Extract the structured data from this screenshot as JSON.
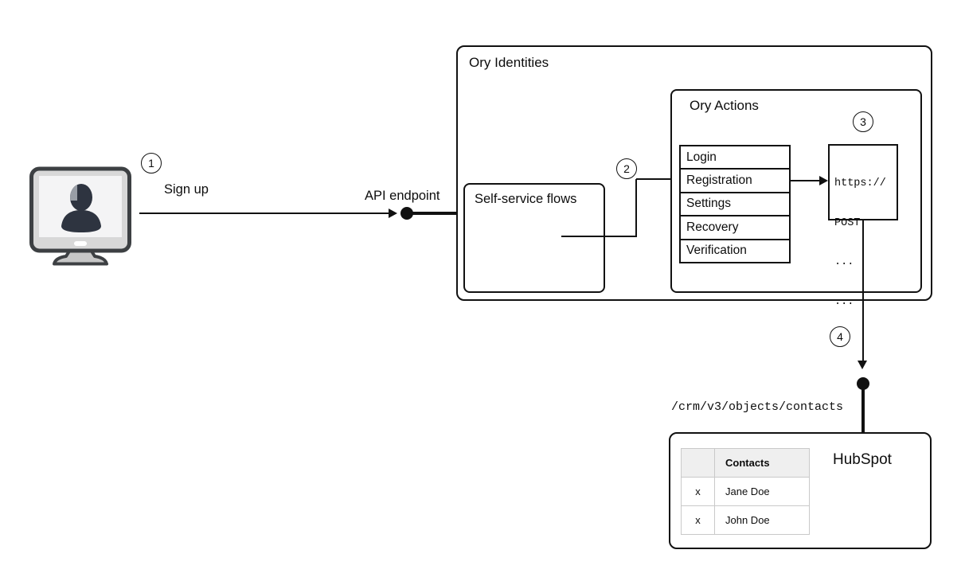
{
  "diagram": {
    "badges": {
      "one": "1",
      "two": "2",
      "three": "3",
      "four": "4"
    },
    "labels": {
      "sign_up": "Sign up",
      "api_endpoint": "API endpoint",
      "crm_path": "/crm/v3/objects/contacts"
    },
    "ory_identities": {
      "title": "Ory Identities",
      "self_service": {
        "title": "Self-service flows"
      },
      "ory_actions": {
        "title": "Ory Actions",
        "flows": [
          "Login",
          "Registration",
          "Settings",
          "Recovery",
          "Verification"
        ],
        "code_lines": [
          "https://",
          "POST",
          "...",
          "..."
        ]
      }
    },
    "hubspot": {
      "title": "HubSpot",
      "table": {
        "header": [
          "",
          "Contacts"
        ],
        "rows": [
          [
            "x",
            "Jane Doe"
          ],
          [
            "x",
            "John Doe"
          ]
        ]
      }
    },
    "colors": {
      "line": "#111111",
      "table_border": "#c9c9c9",
      "table_header_bg": "#efefef",
      "monitor_frame": "#d8d8d8",
      "monitor_screen": "#f4f4f5",
      "silhouette": "#2e3440"
    }
  }
}
